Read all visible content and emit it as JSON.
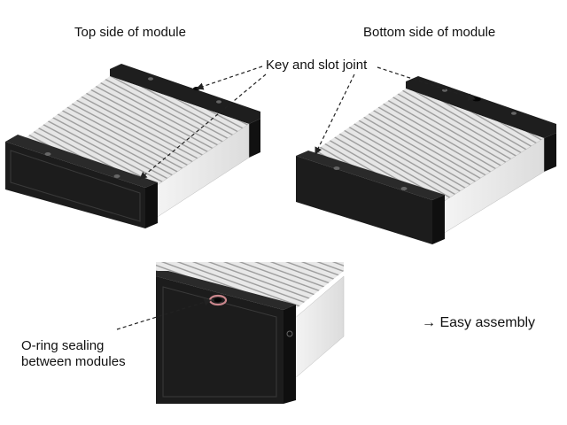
{
  "labels": {
    "top_side": "Top side of module",
    "bottom_side": "Bottom side of module",
    "key_slot": "Key and slot joint",
    "oring_line1": "O-ring sealing",
    "oring_line2": "between modules",
    "easy_assembly": "→ Easy assembly"
  },
  "colors": {
    "frame": "#1a1a1a",
    "frame_face": "#232323",
    "fin_light": "#e8e8e8",
    "fin_dark": "#9a9a9a",
    "leader": "#222222",
    "oring": "#c9868c"
  }
}
